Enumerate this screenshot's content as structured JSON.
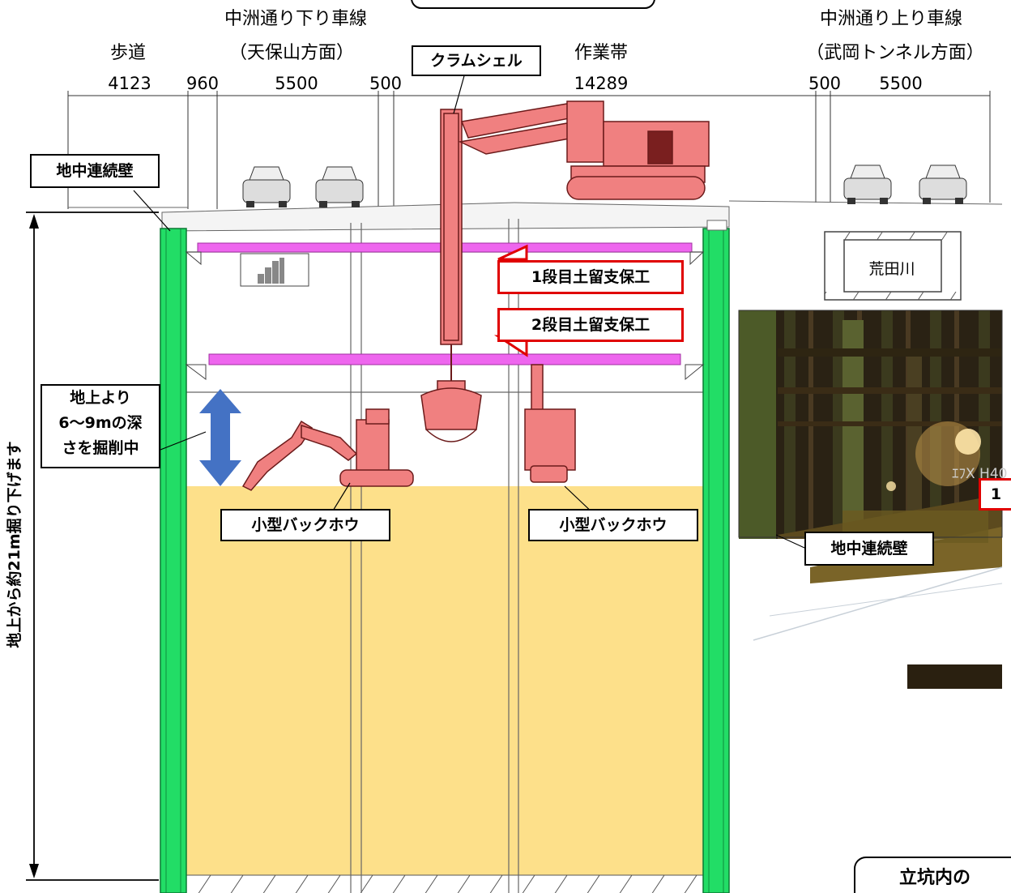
{
  "lanes": {
    "down_title": "中洲通り下り車線",
    "down_sub": "（天保山方面）",
    "up_title": "中洲通り上り車線",
    "up_sub": "（武岡トンネル方面）",
    "sidewalk": "歩道",
    "work_zone": "作業帯"
  },
  "dims": [
    "4123",
    "960",
    "5500",
    "500",
    "14289",
    "500",
    "5500"
  ],
  "labels": {
    "clamshell": "クラムシェル",
    "diaphragm_wall": "地中連続壁",
    "strut1": "1段目土留支保工",
    "strut2": "2段目土留支保工",
    "excavating": [
      "地上より",
      "6～9mの深",
      "さを掘削中"
    ],
    "backhoe_left": "小型バックホウ",
    "backhoe_right": "小型バックホウ",
    "river": "荒田川",
    "depth": "地上から約21m掘り下げます",
    "photo_wall": "地中連続壁",
    "photo_caption": "立坑内の",
    "photo_marker": "1",
    "photo_beam_text": "ｴﾌX  H40"
  },
  "colors": {
    "wall": "#22dd66",
    "strut": "#ee66ee",
    "soil": "#fde08a",
    "machine": "#f08080",
    "arrow": "#4472c4",
    "callout_border": "#e00000"
  },
  "icons": [
    "car-icon",
    "excavator-icon",
    "clamshell-icon",
    "backhoe-icon",
    "double-arrow-icon",
    "culvert-icon"
  ]
}
